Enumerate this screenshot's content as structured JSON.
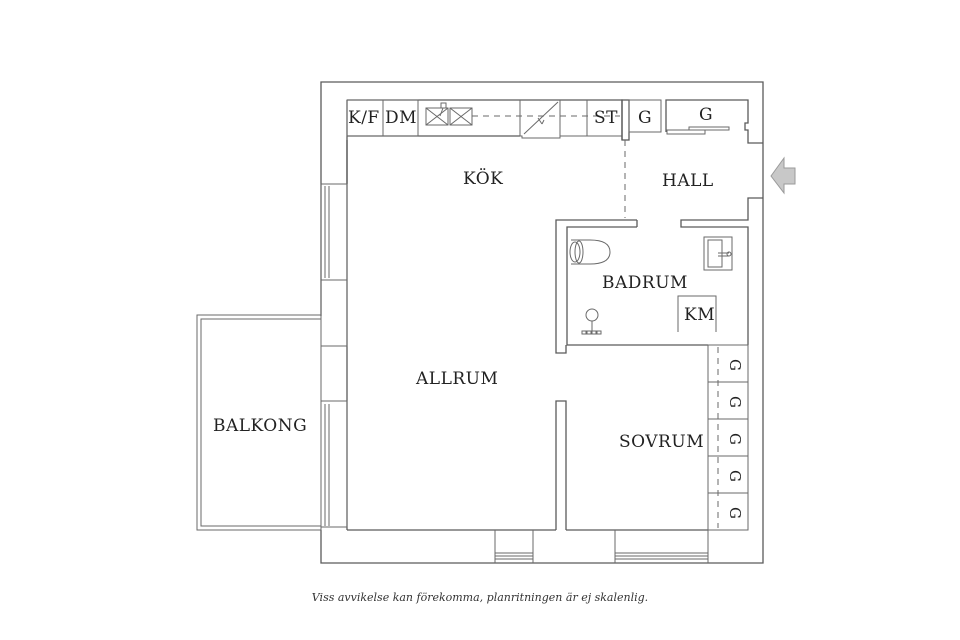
{
  "floorplan": {
    "rooms": {
      "kok": "KÖK",
      "hall": "HALL",
      "badrum": "BADRUM",
      "allrum": "ALLRUM",
      "sovrum": "SOVRUM",
      "balkong": "BALKONG"
    },
    "fixtures": {
      "kf": "K/F",
      "dm": "DM",
      "st": "ST",
      "km": "KM",
      "hall_wardrobe_1": "G",
      "hall_wardrobe_2": "G",
      "bedroom_wardrobes": [
        "G",
        "G",
        "G",
        "G",
        "G"
      ]
    },
    "entrance_arrow": "entrance-arrow",
    "colors": {
      "wall": "#5a5a5a",
      "arrow_fill": "#c8c8c8",
      "arrow_stroke": "#9a9a9a",
      "text": "#222222"
    }
  },
  "footer": {
    "disclaimer": "Viss avvikelse kan förekomma, planritningen är ej skalenlig."
  }
}
